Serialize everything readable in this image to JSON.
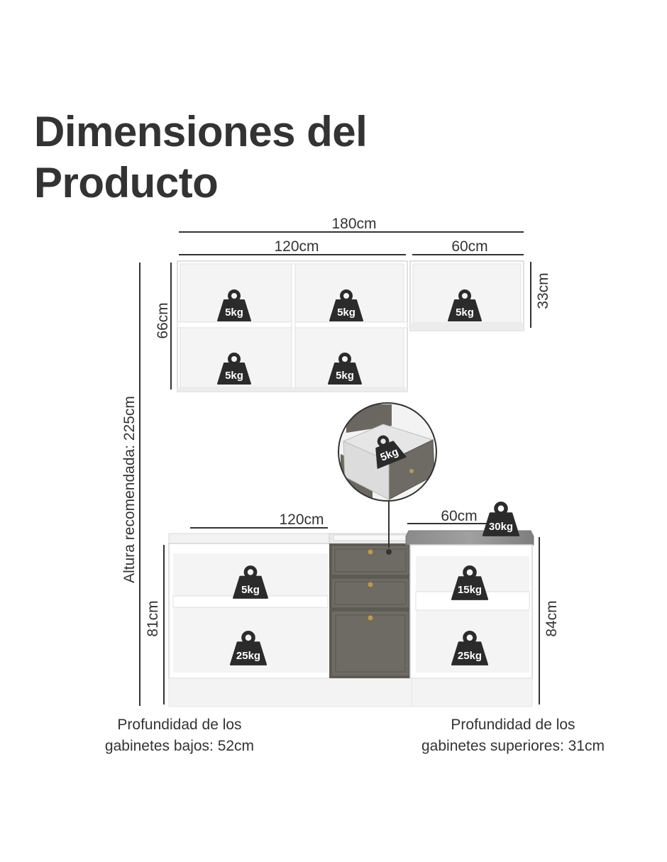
{
  "title": {
    "line1": "Dimensiones del",
    "line2": "Producto"
  },
  "dimensions": {
    "total_width": "180cm",
    "upper_left_width": "120cm",
    "upper_right_width": "60cm",
    "upper_left_height": "66cm",
    "upper_right_height": "33cm",
    "recommended_height": "Altura recomendada: 225cm",
    "lower_left_width": "120cm",
    "lower_right_width": "60cm",
    "lower_left_height": "81cm",
    "lower_right_height": "84cm"
  },
  "weights": {
    "upper_1": "5kg",
    "upper_2": "5kg",
    "upper_3": "5kg",
    "upper_4": "5kg",
    "upper_5": "5kg",
    "drawer": "5kg",
    "countertop": "30kg",
    "lower_left_top": "5kg",
    "lower_left_bottom": "25kg",
    "lower_right_top": "15kg",
    "lower_right_bottom": "25kg"
  },
  "captions": {
    "lower_depth_line1": "Profundidad de los",
    "lower_depth_line2": "gabinetes bajos: 52cm",
    "upper_depth_line1": "Profundidad de los",
    "upper_depth_line2": "gabinetes superiores: 31cm"
  },
  "colors": {
    "text": "#333333",
    "cabinet": "#ffffff",
    "door": "#6e6b64",
    "countertop": "#8e8e8e",
    "weight_icon": "#2b2b2b"
  }
}
